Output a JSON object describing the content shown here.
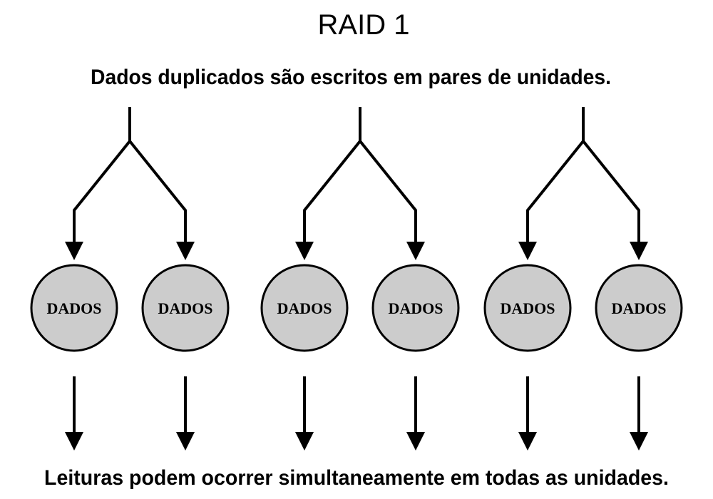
{
  "title": "RAID 1",
  "write_caption": "Dados duplicados são escritos em pares de unidades.",
  "read_caption": "Leituras podem ocorrer simultaneamente em todas as unidades.",
  "disk_fill": "#cccccc",
  "line_color": "#000000",
  "pairs": [
    {
      "disks": [
        {
          "label": "DADOS"
        },
        {
          "label": "DADOS"
        }
      ]
    },
    {
      "disks": [
        {
          "label": "DADOS"
        },
        {
          "label": "DADOS"
        }
      ]
    },
    {
      "disks": [
        {
          "label": "DADOS"
        },
        {
          "label": "DADOS"
        }
      ]
    }
  ]
}
